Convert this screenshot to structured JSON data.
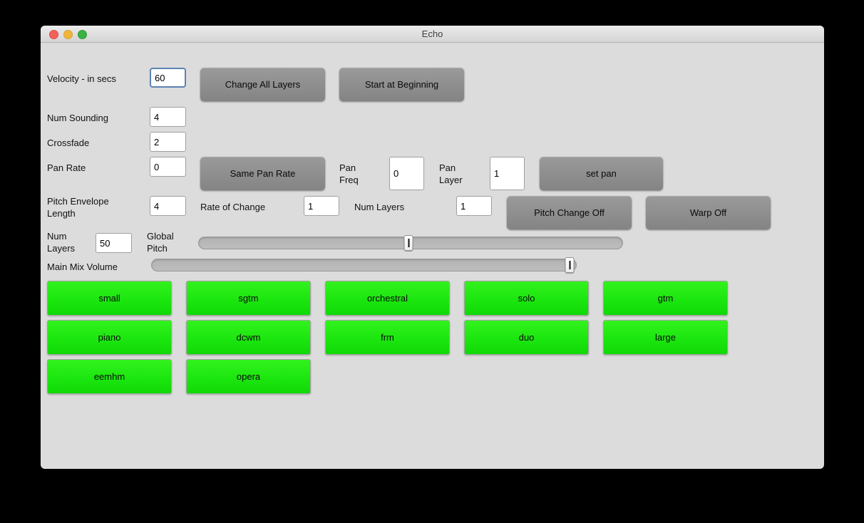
{
  "window": {
    "title": "Echo"
  },
  "fields": {
    "velocity": {
      "label": "Velocity - in secs",
      "value": "60"
    },
    "num_sounding": {
      "label": "Num Sounding",
      "value": "4"
    },
    "crossfade": {
      "label": "Crossfade",
      "value": "2"
    },
    "pan_rate": {
      "label": "Pan Rate",
      "value": "0"
    },
    "pan_freq": {
      "label": "Pan Freq",
      "value": "0"
    },
    "pan_layer": {
      "label": "Pan Layer",
      "value": "1"
    },
    "pitch_env_len": {
      "label": "Pitch Envelope Length",
      "value": "4"
    },
    "rate_of_change": {
      "label": "Rate of Change",
      "value": "1"
    },
    "num_layers_sm": {
      "label": "Num Layers",
      "value": "1"
    },
    "num_layers": {
      "label": "Num Layers",
      "value": "50"
    }
  },
  "buttons": {
    "change_all_layers": "Change All Layers",
    "start_at_beginning": "Start at Beginning",
    "same_pan_rate": "Same Pan Rate",
    "set_pan": "set pan",
    "pitch_change_off": "Pitch Change Off",
    "warp_off": "Warp Off"
  },
  "sliders": {
    "global_pitch": {
      "label": "Global Pitch",
      "position_percent": 49.5
    },
    "main_mix_volume": {
      "label": "Main Mix Volume",
      "position_percent": 98.5
    }
  },
  "presets": [
    "small",
    "sgtm",
    "orchestral",
    "solo",
    "gtm",
    "piano",
    "dcwm",
    "frm",
    "duo",
    "large",
    "eemhm",
    "opera"
  ],
  "colors": {
    "preset_green": "#1ce60f",
    "button_gray": "#8f8f8f",
    "window_background": "#dcdcdc",
    "focus_border_blue": "#5c82b2"
  }
}
